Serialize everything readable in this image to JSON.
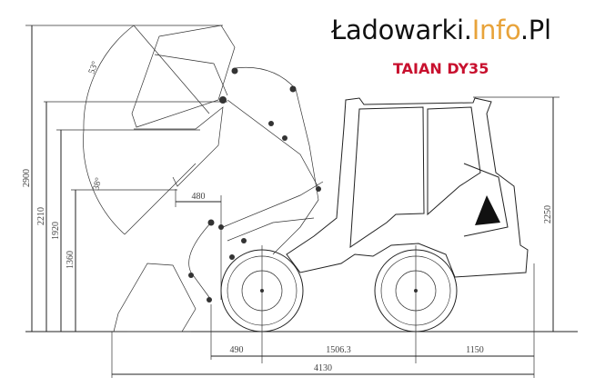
{
  "logo": {
    "part1": "Ładowarki.",
    "part2": "Info",
    "part3": ".Pl",
    "accent_color": "#e8a33a"
  },
  "model": {
    "title": "TAIAN DY35",
    "color": "#c8102e"
  },
  "dimensions": {
    "max_height": "2900",
    "pin_height": "2210",
    "bucket_height": "1920",
    "dump_height": "1360",
    "dump_reach": "480",
    "angle_rollback": "53°",
    "angle_dump": "38°",
    "front_overhang": "490",
    "wheelbase": "1506.3",
    "rear_overhang": "1150",
    "total_length": "4130",
    "cab_height": "2250"
  }
}
